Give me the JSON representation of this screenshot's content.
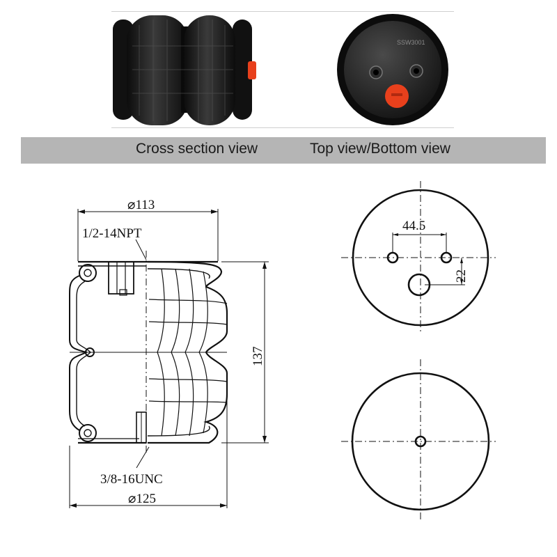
{
  "banner": {
    "cross_section_label": "Cross section view",
    "top_bottom_label": "Top view/Bottom view"
  },
  "photo": {
    "top_cap_label": "SSW3001"
  },
  "cross_section": {
    "top_diameter": "⌀113",
    "top_port": "1/2-14NPT",
    "height": "137",
    "bottom_thread": "3/8-16UNC",
    "bottom_diameter": "⌀125"
  },
  "top_view": {
    "hole_spacing": "44.5",
    "hole_offset": "22"
  },
  "colors": {
    "rubber": "#1c1c1c",
    "fitting": "#e8401c",
    "banner": "#b5b5b5",
    "line": "#111111"
  }
}
